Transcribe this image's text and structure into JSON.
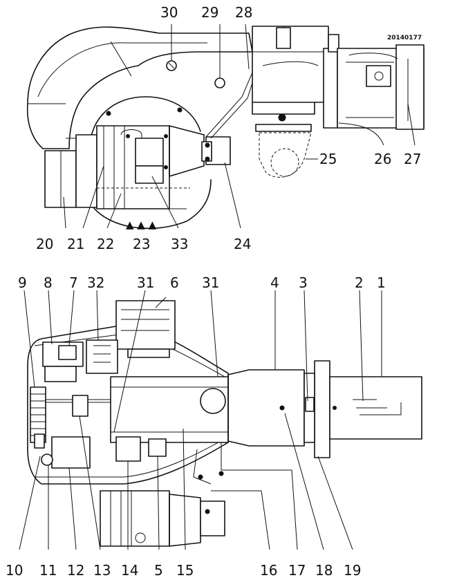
{
  "drawing_code": "20140177",
  "airflow_marker": "▲ ▲ ▲",
  "callouts_side_view": [
    "30",
    "29",
    "28",
    "20",
    "21",
    "22",
    "23",
    "33",
    "24",
    "25",
    "26",
    "27"
  ],
  "callouts_top_view": [
    "9",
    "8",
    "7",
    "32",
    "31",
    "6",
    "31",
    "4",
    "3",
    "2",
    "1",
    "10",
    "11",
    "12",
    "13",
    "14",
    "5",
    "15",
    "16",
    "17",
    "18",
    "19"
  ]
}
